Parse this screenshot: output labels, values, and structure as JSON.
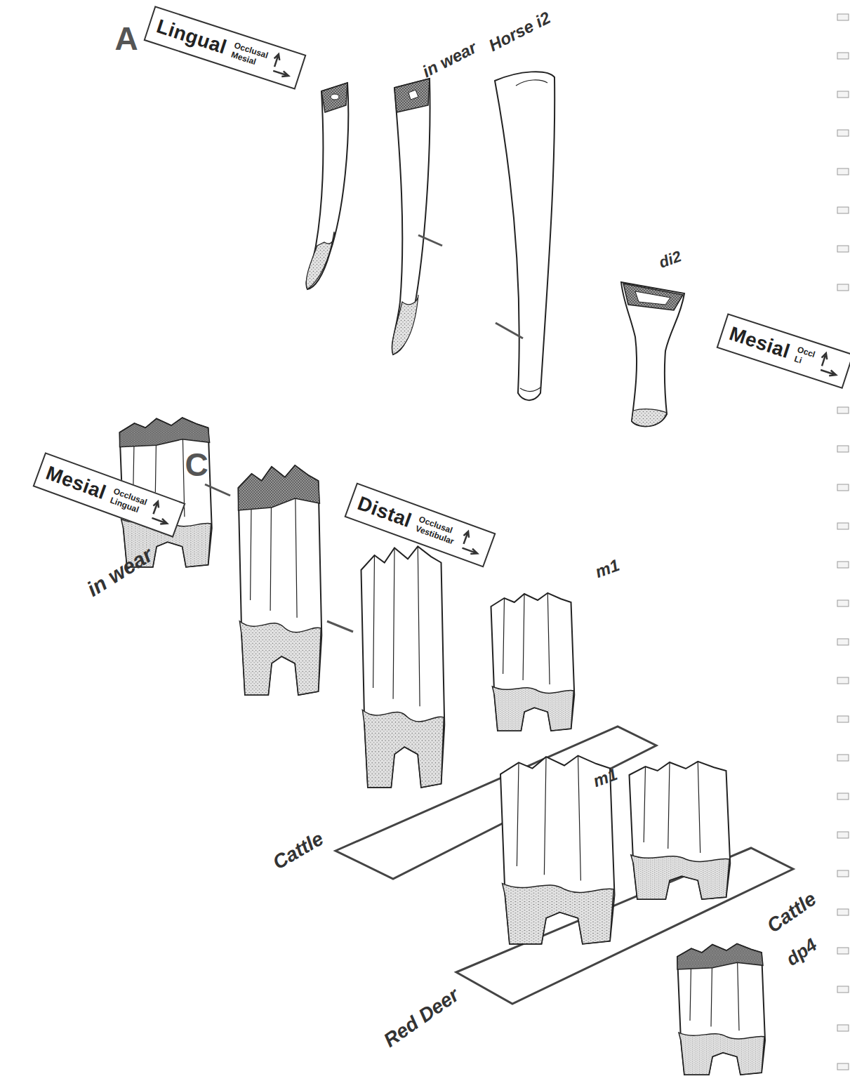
{
  "diagram": {
    "nodes": [
      {
        "text": [
          "Lingual",
          "Occlusal",
          "Mesial"
        ]
      },
      {
        "text": [
          "Mesial",
          "Occl",
          "Li"
        ]
      },
      {
        "text": [
          "Mesial",
          "Occlusal",
          "Lingual"
        ]
      },
      {
        "text": [
          "Distal",
          "Occlusal",
          "Vestibular"
        ]
      }
    ],
    "labels": [
      "A",
      "in wear",
      "Horse i2",
      "di2",
      "C",
      "in wear",
      "m1",
      "Cattle",
      "m1",
      "Red Deer",
      "Cattle",
      "dp4"
    ]
  }
}
